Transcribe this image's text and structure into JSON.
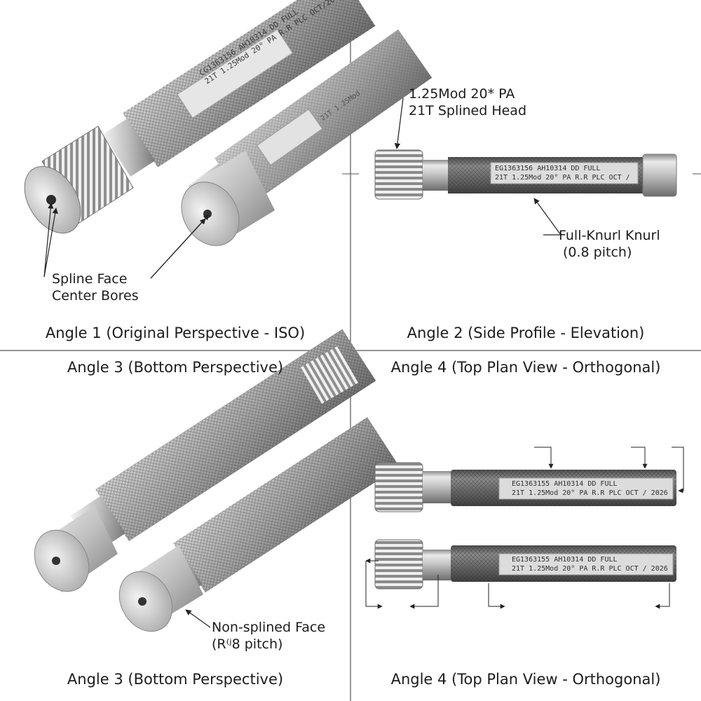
{
  "colors": {
    "background": "#ffffff",
    "divider": "#555555",
    "steel_light": "#e6e6e6",
    "steel_mid": "#b9b9b9",
    "steel_dark": "#7d7d7d",
    "knurl_dark": "#5f5f5f",
    "plate": "#dcdcdc",
    "annotation_line": "#222222"
  },
  "panels": {
    "q1": {
      "caption": "Angle 1 (Original Perspective - ISO)",
      "callout": {
        "line1": "Spline Face",
        "line2": "Center Bores"
      },
      "plate_upper": {
        "line1": "CG1363156   AH10314   DD FULL",
        "line2": "21T  1.25Mod   20° PA    R.R PLC   OCT/20"
      },
      "plate_lower": {
        "line1": "21T  1.25Mod",
        "line2": ""
      }
    },
    "q2": {
      "caption": "Angle 2 (Side Profile - Elevation)",
      "callout_top": {
        "line1": "1.25Mod 20* PA",
        "line2": "21T Splined Head"
      },
      "callout_bottom": {
        "line1": "Full-Knurl Knurl",
        "line2": "(0.8 pitch)"
      },
      "plate": {
        "line1": "EG1363156    AH10314    DD FULL",
        "line2": "21T  1.25Mod   20° PA     R.R PLC  OCT /"
      }
    },
    "q3": {
      "heading": "Angle 3 (Bottom Perspective)",
      "caption": "Angle 3 (Bottom Perspective)",
      "callout": {
        "line1": "Non-splined Face",
        "line2": "(R⁽ʲ8 pitch)"
      }
    },
    "q4": {
      "heading": "Angle 4 (Top Plan View - Orthogonal)",
      "caption": "Angle 4 (Top Plan View - Orthogonal)",
      "plate_upper": {
        "line1": "EG1363155      AH10314      DD FULL",
        "line2": "21T  1.25Mod   20° PA      R.R PLC   OCT / 2026"
      },
      "plate_lower": {
        "line1": "EG1363155      AH10314      DD FULL",
        "line2": "21T  1.25Mod   20° PA      R.R PLC   OCT / 2026"
      }
    }
  }
}
